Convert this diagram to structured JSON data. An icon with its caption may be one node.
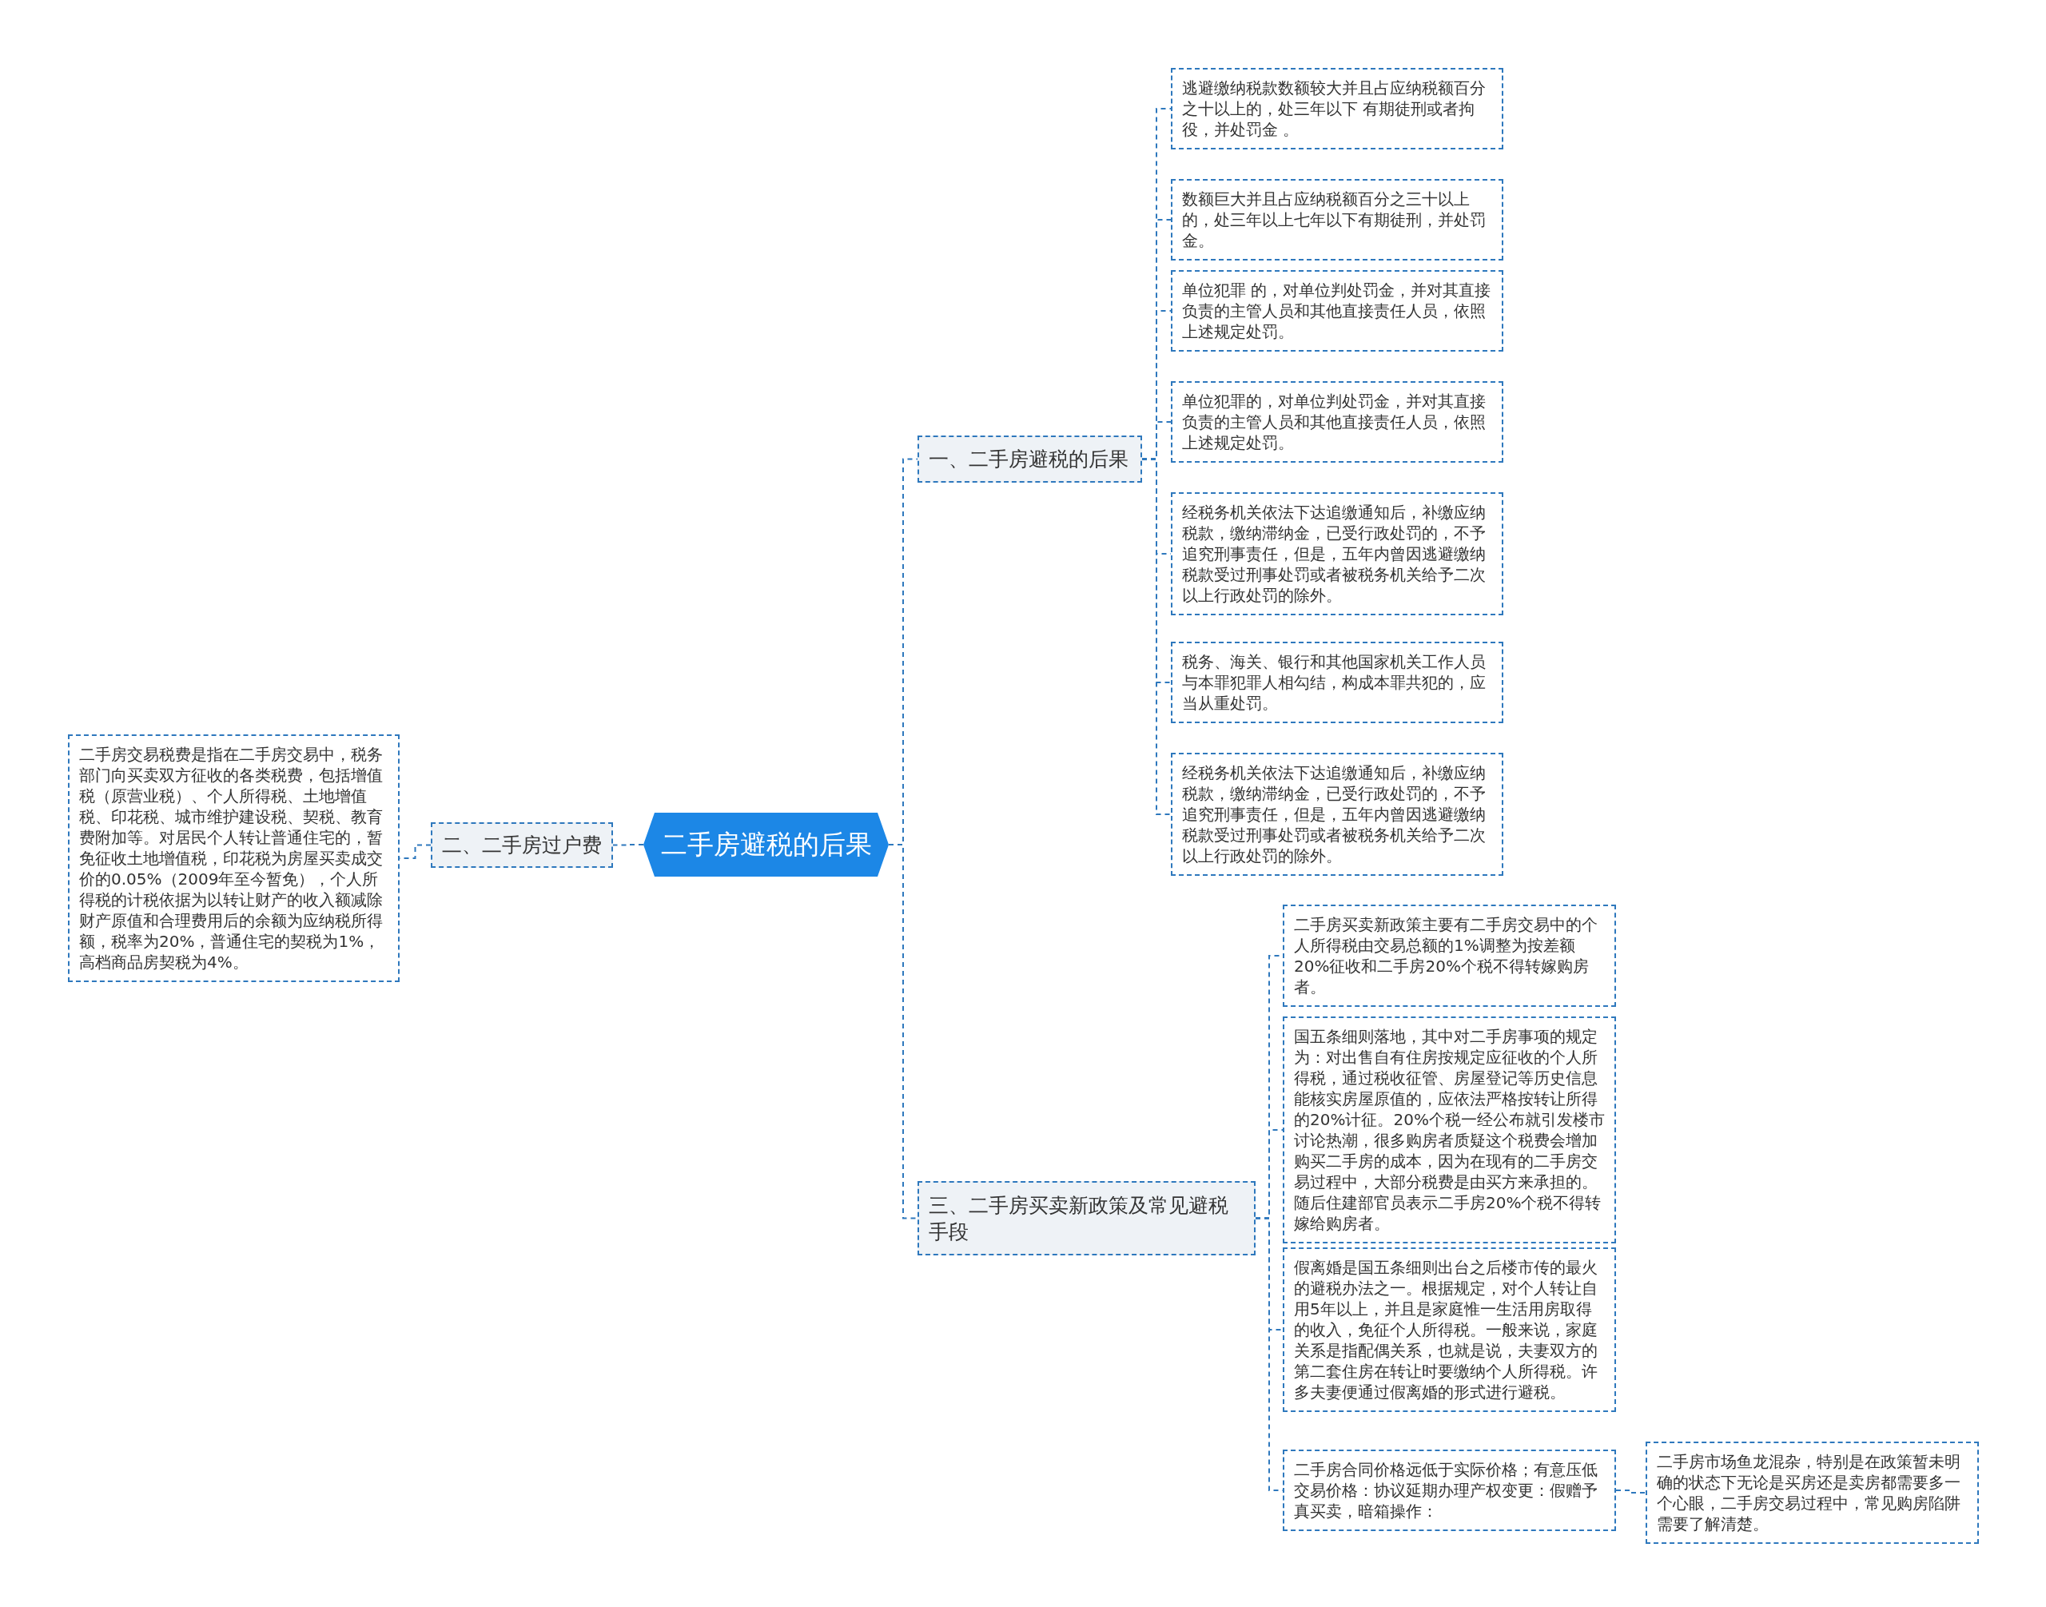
{
  "diagram": {
    "nodes": [
      {
        "text": [
          "二手房避税的后果"
        ]
      },
      {
        "text": [
          "一、二手房避税的后果"
        ]
      },
      {
        "text": [
          "逃避缴纳税款数额较大并且占应纳税额百分之十以上的，处三年以下 有期徒刑或者拘役，并处罚金 。"
        ]
      },
      {
        "text": [
          "数额巨大并且占应纳税额百分之三十以上的，处三年以上七年以下有期徒刑，并处罚金。"
        ]
      },
      {
        "text": [
          "单位犯罪 的，对单位判处罚金，并对其直接负责的主管人员和其他直接责任人员，依照上述规定处罚。"
        ]
      },
      {
        "text": [
          "单位犯罪的，对单位判处罚金，并对其直接负责的主管人员和其他直接责任人员，依照上述规定处罚。"
        ]
      },
      {
        "text": [
          "经税务机关依法下达追缴通知后，补缴应纳税款，缴纳滞纳金，已受行政处罚的，不予追究刑事责任，但是，五年内曾因逃避缴纳税款受过刑事处罚或者被税务机关给予二次以上行政处罚的除外。"
        ]
      },
      {
        "text": [
          "税务、海关、银行和其他国家机关工作人员与本罪犯罪人相勾结，构成本罪共犯的，应当从重处罚。"
        ]
      },
      {
        "text": [
          "经税务机关依法下达追缴通知后，补缴应纳税款，缴纳滞纳金，已受行政处罚的，不予追究刑事责任，但是，五年内曾因逃避缴纳税款受过刑事处罚或者被税务机关给予二次以上行政处罚的除外。"
        ]
      },
      {
        "text": [
          "二、二手房过户费"
        ]
      },
      {
        "text": [
          "二手房交易税费是指在二手房交易中，税务部门向买卖双方征收的各类税费，包括增值税（原营业税）、个人所得税、土地增值税、印花税、城市维护建设税、契税、教育费附加等。对居民个人转让普通住宅的，暂免征收土地增值税，印花税为房屋买卖成交价的0.05%（2009年至今暂免），个人所得税的计税依据为以转让财产的收入额减除财产原值和合理费用后的余额为应纳税所得额，税率为20%，普通住宅的契税为1%，高档商品房契税为4%。"
        ]
      },
      {
        "text": [
          "三、二手房买卖新政策及常见避税手段"
        ]
      },
      {
        "text": [
          "二手房买卖新政策主要有二手房交易中的个人所得税由交易总额的1%调整为按差额20%征收和二手房20%个税不得转嫁购房者。"
        ]
      },
      {
        "text": [
          "国五条细则落地，其中对二手房事项的规定为：对出售自有住房按规定应征收的个人所得税，通过税收征管、房屋登记等历史信息能核实房屋原值的，应依法严格按转让所得的20%计征。20%个税一经公布就引发楼市讨论热潮，很多购房者质疑这个税费会增加购买二手房的成本，因为在现有的二手房交易过程中，大部分税费是由买方来承担的。随后住建部官员表示二手房20%个税不得转嫁给购房者。"
        ]
      },
      {
        "text": [
          "假离婚是国五条细则出台之后楼市传的最火的避税办法之一。根据规定，对个人转让自用5年以上，并且是家庭惟一生活用房取得的收入，免征个人所得税。一般来说，家庭关系是指配偶关系，也就是说，夫妻双方的第二套住房在转让时要缴纳个人所得税。许多夫妻便通过假离婚的形式进行避税。"
        ]
      },
      {
        "text": [
          "二手房合同价格远低于实际价格；有意压低交易价格：协议延期办理产权变更：假赠予真买卖，暗箱操作："
        ]
      },
      {
        "text": [
          "二手房市场鱼龙混杂，特别是在政策暂未明确的状态下无论是买房还是卖房都需要多一个心眼，二手房交易过程中，常见购房陷阱需要了解清楚。"
        ]
      }
    ],
    "edges": [
      {
        "from": 0,
        "to": 1,
        "arrow": "none"
      },
      {
        "from": 1,
        "to": 2,
        "arrow": "none"
      },
      {
        "from": 1,
        "to": 3,
        "arrow": "none"
      },
      {
        "from": 1,
        "to": 4,
        "arrow": "none"
      },
      {
        "from": 1,
        "to": 5,
        "arrow": "none"
      },
      {
        "from": 1,
        "to": 6,
        "arrow": "none"
      },
      {
        "from": 1,
        "to": 7,
        "arrow": "none"
      },
      {
        "from": 1,
        "to": 8,
        "arrow": "none"
      },
      {
        "from": 0,
        "to": 9,
        "arrow": "none"
      },
      {
        "from": 9,
        "to": 10,
        "arrow": "none"
      },
      {
        "from": 0,
        "to": 11,
        "arrow": "none"
      },
      {
        "from": 11,
        "to": 12,
        "arrow": "none"
      },
      {
        "from": 11,
        "to": 13,
        "arrow": "none"
      },
      {
        "from": 11,
        "to": 14,
        "arrow": "none"
      },
      {
        "from": 11,
        "to": 15,
        "arrow": "none"
      },
      {
        "from": 15,
        "to": 16,
        "arrow": "none"
      }
    ]
  }
}
